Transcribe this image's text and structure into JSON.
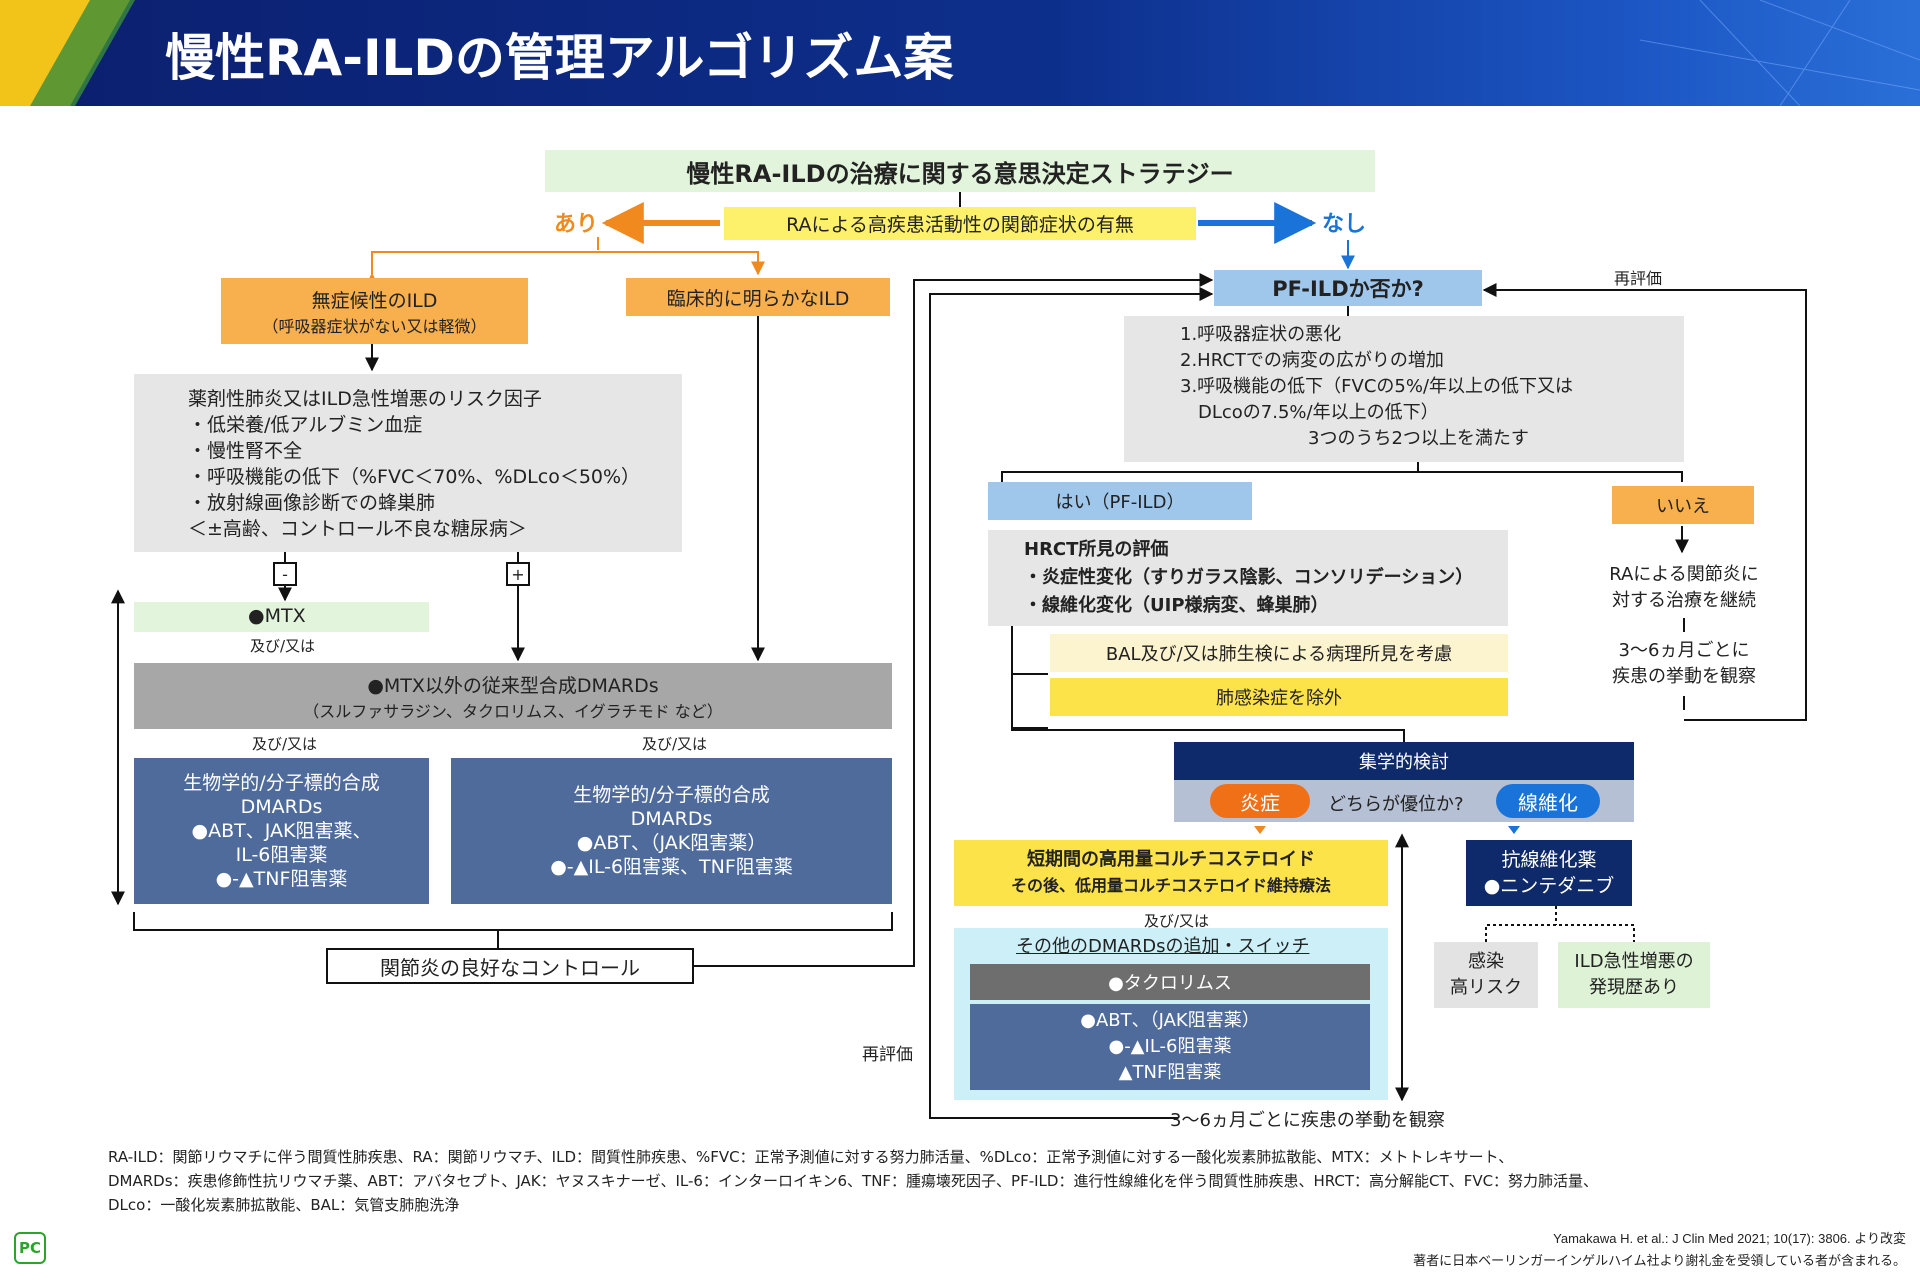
{
  "header": {
    "title": "慢性RA-ILDの管理アルゴリズム案"
  },
  "top": {
    "strategy": "慢性RA-ILDの治療に関する意思決定ストラテジー",
    "question": "RAによる高疾患活動性の関節症状の有無",
    "yes": "あり",
    "no": "なし"
  },
  "left": {
    "asymptomatic_title": "無症候性のILD",
    "asymptomatic_sub": "（呼吸器症状がない又は軽微）",
    "clinical": "臨床的に明らかなILD",
    "risk_title": "薬剤性肺炎又はILD急性増悪のリスク因子",
    "risk_items": [
      "・低栄養/低アルブミン血症",
      "・慢性腎不全",
      "・呼吸機能の低下（%FVC＜70%、%DLco＜50%）",
      "・放射線画像診断での蜂巣肺",
      "＜±高齢、コントロール不良な糖尿病＞"
    ],
    "minus": "-",
    "plus": "+",
    "mtx": "●MTX",
    "andor1": "及び/又は",
    "csdmards_title": "●MTX以外の従来型合成DMARDs",
    "csdmards_sub": "（スルファサラジン、タクロリムス、イグラチモド など）",
    "andor2": "及び/又は",
    "andor3": "及び/又は",
    "bio1": [
      "生物学的/分子標的合成",
      "DMARDs",
      "●ABT、JAK阻害薬、",
      "IL-6阻害薬",
      "●-▲TNF阻害薬"
    ],
    "bio2": [
      "生物学的/分子標的合成",
      "DMARDs",
      "●ABT、（JAK阻害薬）",
      "●-▲IL-6阻害薬、TNF阻害薬"
    ],
    "control": "関節炎の良好なコントロール"
  },
  "right": {
    "pfild_q": "PF-ILDか否か?",
    "reeval_top": "再評価",
    "criteria": [
      "1.呼吸器症状の悪化",
      "2.HRCTでの病変の広がりの増加",
      "3.呼吸機能の低下（FVCの5%/年以上の低下又は",
      "　DLcoの7.5%/年以上の低下）"
    ],
    "criteria_footer": "3つのうち2つ以上を満たす",
    "yes_pf": "はい（PF-ILD）",
    "no_label": "いいえ",
    "hrct": [
      "HRCT所見の評価",
      "・炎症性変化（すりガラス陰影、コンソリデーション）",
      "・線維化変化（UIP様病変、蜂巣肺）"
    ],
    "bal": "BAL及び/又は肺生検による病理所見を考慮",
    "infection": "肺感染症を除外",
    "continue_ra": [
      "RAによる関節炎に",
      "対する治療を継続"
    ],
    "observe_sub": [
      "3〜6ヵ月ごとに",
      "疾患の挙動を観察"
    ],
    "mdd": "集学的検討",
    "inflammation": "炎症",
    "which": "どちらが優位か?",
    "fibrosis": "線維化",
    "steroid": [
      "短期間の高用量コルチコステロイド",
      "その後、低用量コルチコステロイド維持療法"
    ],
    "andor4": "及び/又は",
    "other_dmards": "その他のDMARDsの追加・スイッチ",
    "tacrolimus": "●タクロリムス",
    "bio3": [
      "●ABT、（JAK阻害薬）",
      "●-▲IL-6阻害薬",
      "▲TNF阻害薬"
    ],
    "antifibrotic": [
      "抗線維化薬",
      "●ニンテダニブ"
    ],
    "infection_risk": [
      "感染",
      "高リスク"
    ],
    "ae_history": [
      "ILD急性増悪の",
      "発現歴あり"
    ],
    "reeval_bottom": "再評価",
    "observe_bottom": "3〜6ヵ月ごとに疾患の挙動を観察"
  },
  "footnotes": [
    "RA-ILD：関節リウマチに伴う間質性肺疾患、RA：関節リウマチ、ILD：間質性肺疾患、%FVC：正常予測値に対する努力肺活量、%DLco：正常予測値に対する一酸化炭素肺拡散能、MTX：メトトレキサート、",
    "DMARDs：疾患修飾性抗リウマチ薬、ABT：アバタセプト、JAK：ヤヌスキナーゼ、IL-6：インターロイキン6、TNF：腫瘍壊死因子、PF-ILD：進行性線維化を伴う間質性肺疾患、HRCT：高分解能CT、FVC：努力肺活量、",
    "DLco：一酸化炭素肺拡散能、BAL：気管支肺胞洗浄"
  ],
  "citation": "Yamakawa H. et al.: J Clin Med 2021; 10(17): 3806. より改変",
  "disclosure": "著者に日本ベーリンガーインゲルハイム社より謝礼金を受領している者が含まれる。",
  "logo": "PC",
  "colors": {
    "header": "#0d2f8c",
    "yes_arrow": "#f08a1e",
    "no_arrow": "#1a73d9",
    "navy": "#0f2a6b",
    "steel_blue": "#4e6b9c"
  }
}
